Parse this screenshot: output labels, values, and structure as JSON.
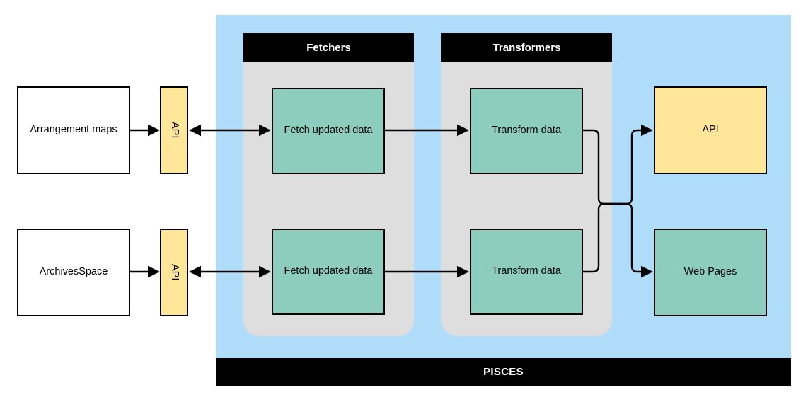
{
  "diagram": {
    "title": "PISCES",
    "type": "architecture-flow-diagram",
    "colors": {
      "pisces_panel": "#AFDCF8",
      "group_background": "#DEDEDE",
      "group_header": "#000000",
      "process_node": "#8CCDBE",
      "api_node": "#FFE699",
      "source_node": "#FFFFFF",
      "stroke": "#000000",
      "header_text": "#FFFFFF"
    }
  },
  "sources": [
    {
      "label": "Arrangement maps",
      "api_label": "API"
    },
    {
      "label": "ArchivesSpace",
      "api_label": "API"
    }
  ],
  "groups": [
    {
      "name": "fetchers",
      "header": "Fetchers",
      "nodes": [
        {
          "label": "Fetch updated data"
        },
        {
          "label": "Fetch updated data"
        }
      ]
    },
    {
      "name": "transformers",
      "header": "Transformers",
      "nodes": [
        {
          "label": "Transform data"
        },
        {
          "label": "Transform data"
        }
      ]
    }
  ],
  "outputs": [
    {
      "label": "API",
      "style": "api"
    },
    {
      "label": "Web Pages",
      "style": "web"
    }
  ],
  "footer": {
    "label": "PISCES"
  },
  "connections": [
    {
      "from": "Arrangement maps",
      "to": "API",
      "direction": "one-way"
    },
    {
      "from": "API",
      "to": "Fetch updated data",
      "direction": "two-way"
    },
    {
      "from": "Fetch updated data",
      "to": "Transform data",
      "direction": "one-way"
    },
    {
      "from": "ArchivesSpace",
      "to": "API",
      "direction": "one-way"
    },
    {
      "from": "API",
      "to": "Fetch updated data",
      "direction": "two-way"
    },
    {
      "from": "Fetch updated data",
      "to": "Transform data",
      "direction": "one-way"
    },
    {
      "from": "Transform data",
      "to": "API",
      "direction": "one-way"
    },
    {
      "from": "Transform data",
      "to": "Web Pages",
      "direction": "one-way"
    }
  ]
}
